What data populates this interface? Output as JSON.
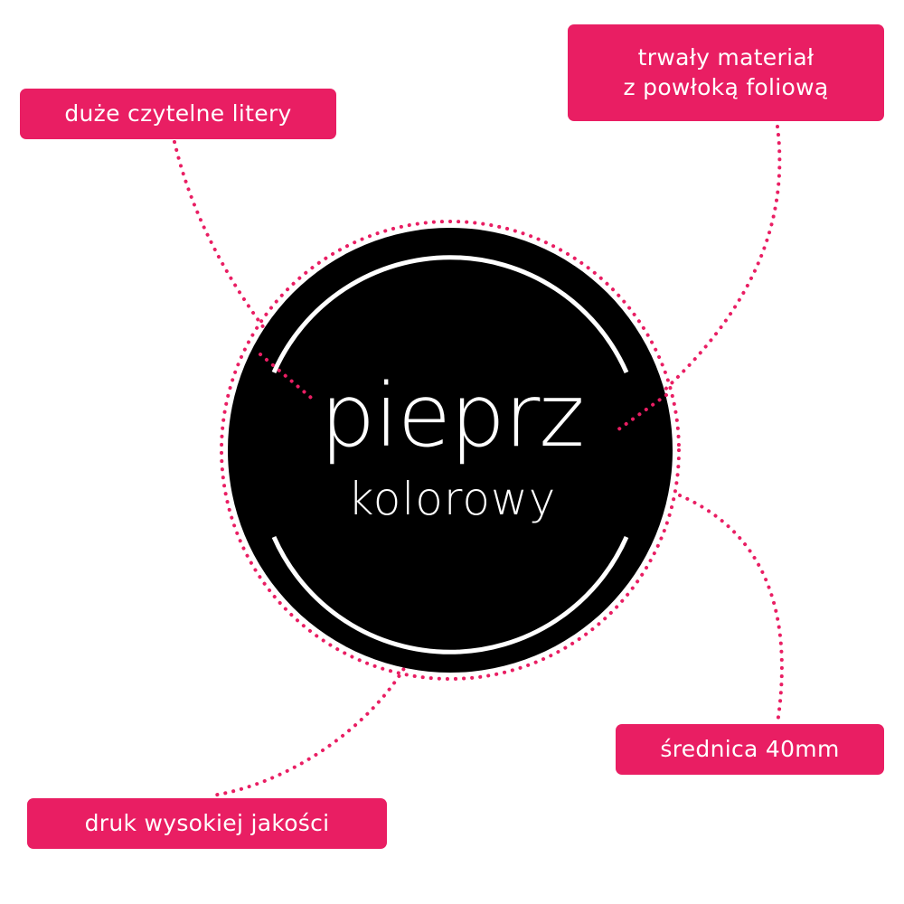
{
  "sticker": {
    "title": "pieprz",
    "subtitle": "kolorowy"
  },
  "callouts": {
    "letters": "duże czytelne litery",
    "material_line1": "trwały materiał",
    "material_line2": "z powłoką foliową",
    "diameter": "średnica 40mm",
    "print": "druk wysokiej jakości"
  },
  "colors": {
    "accent": "#e91e63",
    "sticker_fill": "#000000",
    "sticker_ring": "#ffffff",
    "text_on_accent": "#ffffff"
  }
}
